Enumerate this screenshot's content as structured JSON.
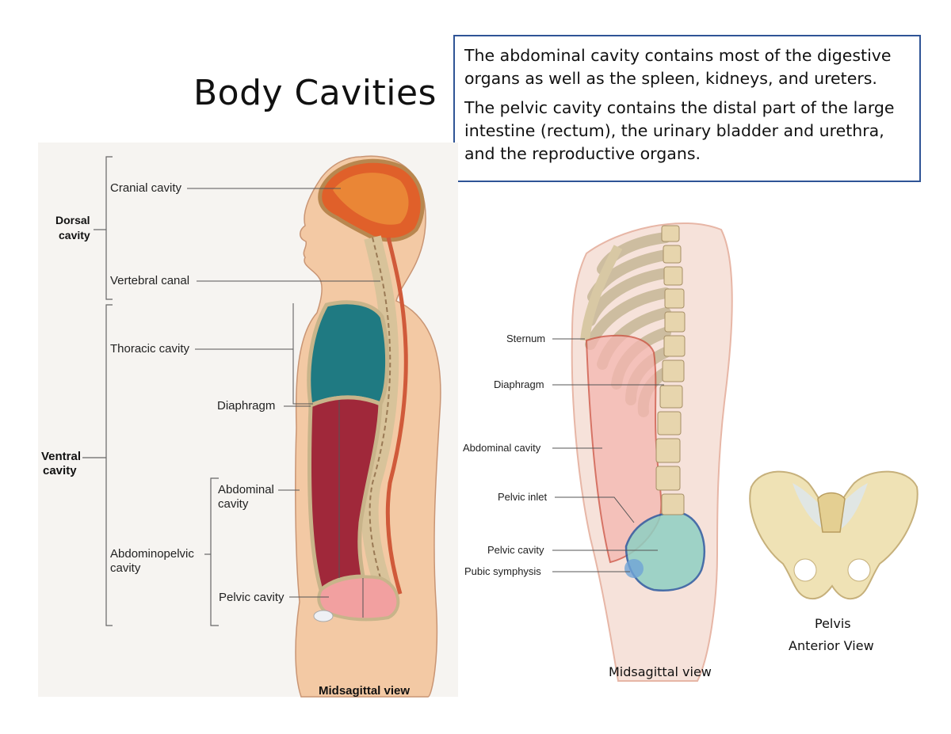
{
  "title": "Body Cavities",
  "info": {
    "paragraph1": "The abdominal cavity contains most of the digestive organs as well as the spleen, kidneys, and ureters.",
    "paragraph2": "The pelvic cavity contains the distal part of the large intestine (rectum), the urinary bladder and urethra, and the reproductive organs."
  },
  "left_figure": {
    "labels": {
      "cranial": "Cranial cavity",
      "vertebral": "Vertebral canal",
      "thoracic": "Thoracic cavity",
      "diaphragm": "Diaphragm",
      "abdominal_1": "Abdominal",
      "abdominal_2": "cavity",
      "abdominopelvic_1": "Abdominopelvic",
      "abdominopelvic_2": "cavity",
      "pelvic": "Pelvic cavity",
      "dorsal_1": "Dorsal",
      "dorsal_2": "cavity",
      "ventral_1": "Ventral",
      "ventral_2": "cavity"
    },
    "caption": "Midsagittal view"
  },
  "middle_figure": {
    "labels": {
      "sternum": "Sternum",
      "diaphragm": "Diaphragm",
      "abdominal": "Abdominal cavity",
      "pelvic_inlet": "Pelvic inlet",
      "pelvic_cavity": "Pelvic cavity",
      "pubic": "Pubic symphysis"
    },
    "caption": "Midsagittal view"
  },
  "right_figure": {
    "caption_1": "Pelvis",
    "caption_2": "Anterior View"
  },
  "colors": {
    "box_border": "#2f5496",
    "thoracic": "#1f7a82",
    "abdominal": "#a0283a",
    "pelvic": "#f2a0a0",
    "cranial": "#e0602a",
    "skin": "#f3c9a4"
  }
}
